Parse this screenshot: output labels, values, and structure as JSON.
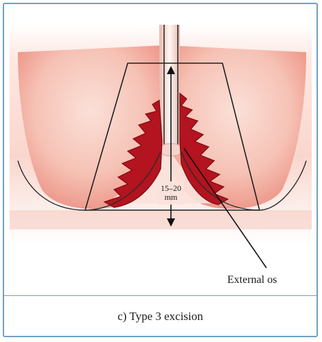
{
  "figure": {
    "measurement_value": "15–20",
    "measurement_unit": "mm",
    "label_external_os": "External os",
    "caption": "c) Type 3 excision"
  },
  "colors": {
    "border": "#6f9fc0",
    "tissue_light": "#fde9e3",
    "tissue_mid": "#f2a99b",
    "lesion": "#b3141f",
    "lesion_dark": "#7d0a12"
  }
}
